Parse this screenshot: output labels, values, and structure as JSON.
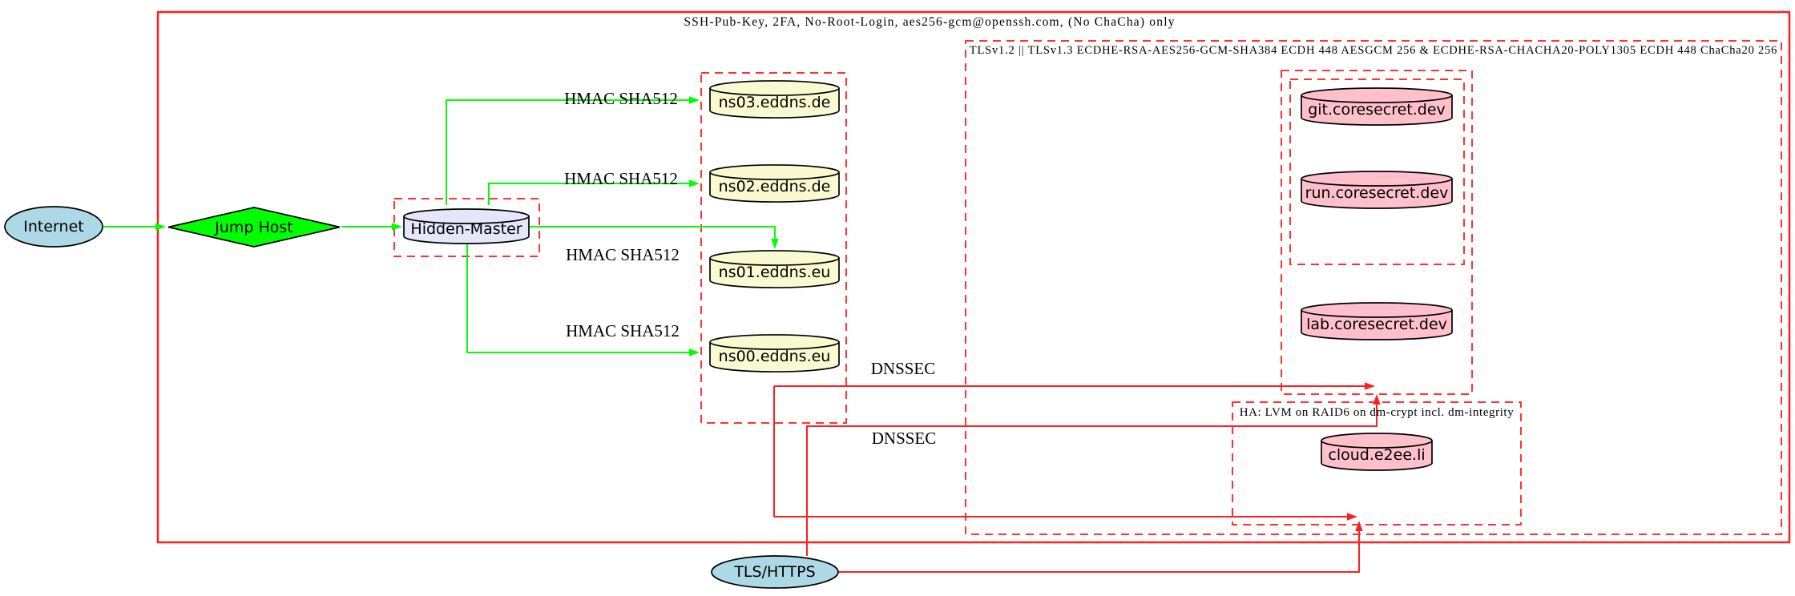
{
  "clusters": {
    "outer": {
      "label": "SSH-Pub-Key, 2FA, No-Root-Login, aes256-gcm@openssh.com, (No ChaCha) only"
    },
    "tls": {
      "label": "TLSv1.2 || TLSv1.3 ECDHE-RSA-AES256-GCM-SHA384 ECDH 448 AESGCM 256 & ECDHE-RSA-CHACHA20-POLY1305 ECDH 448 ChaCha20 256"
    },
    "ha": {
      "label": "HA: LVM on RAID6 on dm-crypt incl. dm-integrity"
    }
  },
  "nodes": {
    "internet": "Internet",
    "jump_host": "Jump Host",
    "hidden_master": "Hidden-Master",
    "ns03": "ns03.eddns.de",
    "ns02": "ns02.eddns.de",
    "ns01": "ns01.eddns.eu",
    "ns00": "ns00.eddns.eu",
    "git": "git.coresecret.dev",
    "run": "run.coresecret.dev",
    "lab": "lab.coresecret.dev",
    "cloud": "cloud.e2ee.li",
    "tls_https": "TLS/HTTPS"
  },
  "edge_labels": {
    "hmac_ns03": "HMAC SHA512",
    "hmac_ns02": "HMAC SHA512",
    "hmac_ns01": "HMAC SHA512",
    "hmac_ns00": "HMAC SHA512",
    "dnssec_web": "DNSSEC",
    "dnssec_ha": "DNSSEC"
  },
  "colors": {
    "edge_green": "#00ff00",
    "edge_red": "#ff1f1f",
    "cluster_border_red": "#ff3333",
    "node_lightblue": "#add8e6",
    "node_green": "#00ff00",
    "node_lavender": "#e6e6fa",
    "node_lightyellow": "#fafad2",
    "node_pink": "#ffc0cb",
    "node_outline": "#000000"
  }
}
